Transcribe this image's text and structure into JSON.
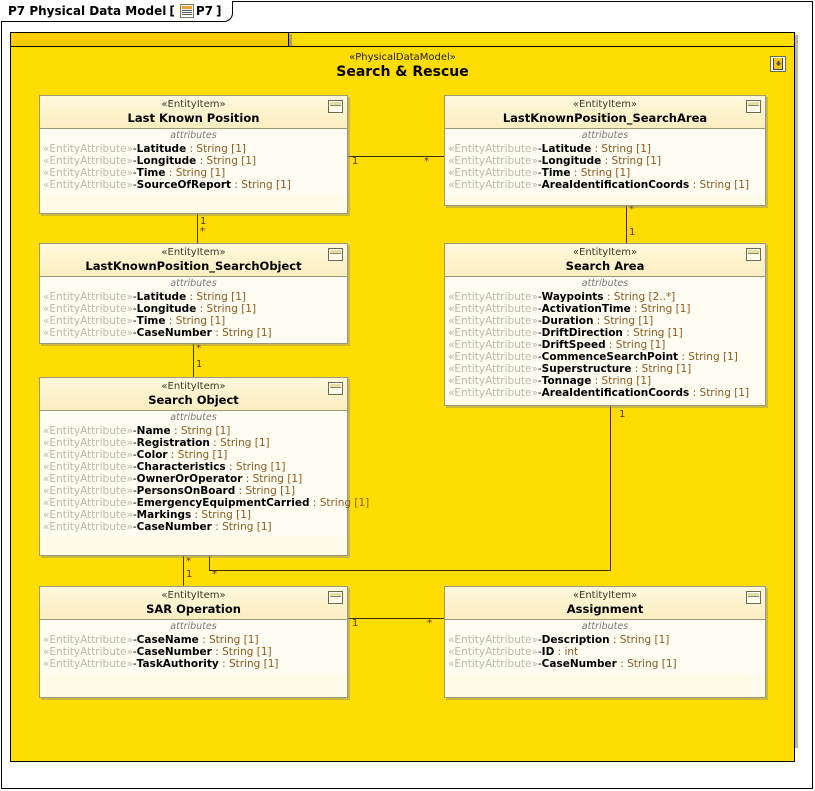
{
  "frame": {
    "title": "P7 Physical Data Model",
    "bracket_open": "[",
    "bracket_close": "]",
    "tab_label": "P7",
    "icon": "data-model-icon"
  },
  "package": {
    "stereotype": "«PhysicalDataModel»",
    "name": "Search & Rescue",
    "corner_icon": "anchor-icon",
    "fill_color": "#ffdd00",
    "border_color": "#000000"
  },
  "legend": {
    "attributes_label": "attributes",
    "entity_stereotype": "«EntityItem»",
    "attribute_stereotype": "«EntityAttribute»",
    "entity_fill": "#fffbe8",
    "attr_text_color": "#8a5a20"
  },
  "entities": [
    {
      "id": "last-known-position",
      "stereotype": "«EntityItem»",
      "name": "Last Known Position",
      "attributes": [
        {
          "stereo": "«EntityAttribute»",
          "vis": "-",
          "name": "Latitude",
          "type": "String",
          "mult": "[1]"
        },
        {
          "stereo": "«EntityAttribute»",
          "vis": "-",
          "name": "Longitude",
          "type": "String",
          "mult": "[1]"
        },
        {
          "stereo": "«EntityAttribute»",
          "vis": "-",
          "name": "Time",
          "type": "String",
          "mult": "[1]"
        },
        {
          "stereo": "«EntityAttribute»",
          "vis": "-",
          "name": "SourceOfReport",
          "type": "String",
          "mult": "[1]"
        }
      ]
    },
    {
      "id": "lastknownposition-searcharea",
      "stereotype": "«EntityItem»",
      "name": "LastKnownPosition_SearchArea",
      "attributes": [
        {
          "stereo": "«EntityAttribute»",
          "vis": "-",
          "name": "Latitude",
          "type": "String",
          "mult": "[1]"
        },
        {
          "stereo": "«EntityAttribute»",
          "vis": "-",
          "name": "Longitude",
          "type": "String",
          "mult": "[1]"
        },
        {
          "stereo": "«EntityAttribute»",
          "vis": "-",
          "name": "Time",
          "type": "String",
          "mult": "[1]"
        },
        {
          "stereo": "«EntityAttribute»",
          "vis": "-",
          "name": "AreaIdentificationCoords",
          "type": "String",
          "mult": "[1]"
        }
      ]
    },
    {
      "id": "lastknownposition-searchobject",
      "stereotype": "«EntityItem»",
      "name": "LastKnownPosition_SearchObject",
      "attributes": [
        {
          "stereo": "«EntityAttribute»",
          "vis": "-",
          "name": "Latitude",
          "type": "String",
          "mult": "[1]"
        },
        {
          "stereo": "«EntityAttribute»",
          "vis": "-",
          "name": "Longitude",
          "type": "String",
          "mult": "[1]"
        },
        {
          "stereo": "«EntityAttribute»",
          "vis": "-",
          "name": "Time",
          "type": "String",
          "mult": "[1]"
        },
        {
          "stereo": "«EntityAttribute»",
          "vis": "-",
          "name": "CaseNumber",
          "type": "String",
          "mult": "[1]"
        }
      ]
    },
    {
      "id": "search-area",
      "stereotype": "«EntityItem»",
      "name": "Search Area",
      "attributes": [
        {
          "stereo": "«EntityAttribute»",
          "vis": "-",
          "name": "Waypoints",
          "type": "String",
          "mult": "[2..*]"
        },
        {
          "stereo": "«EntityAttribute»",
          "vis": "-",
          "name": "ActivationTime",
          "type": "String",
          "mult": "[1]"
        },
        {
          "stereo": "«EntityAttribute»",
          "vis": "-",
          "name": "Duration",
          "type": "String",
          "mult": "[1]"
        },
        {
          "stereo": "«EntityAttribute»",
          "vis": "-",
          "name": "DriftDirection",
          "type": "String",
          "mult": "[1]"
        },
        {
          "stereo": "«EntityAttribute»",
          "vis": "-",
          "name": "DriftSpeed",
          "type": "String",
          "mult": "[1]"
        },
        {
          "stereo": "«EntityAttribute»",
          "vis": "-",
          "name": "CommenceSearchPoint",
          "type": "String",
          "mult": "[1]"
        },
        {
          "stereo": "«EntityAttribute»",
          "vis": "-",
          "name": "Superstructure",
          "type": "String",
          "mult": "[1]"
        },
        {
          "stereo": "«EntityAttribute»",
          "vis": "-",
          "name": "Tonnage",
          "type": "String",
          "mult": "[1]"
        },
        {
          "stereo": "«EntityAttribute»",
          "vis": "-",
          "name": "AreaIdentificationCoords",
          "type": "String",
          "mult": "[1]"
        }
      ]
    },
    {
      "id": "search-object",
      "stereotype": "«EntityItem»",
      "name": "Search Object",
      "attributes": [
        {
          "stereo": "«EntityAttribute»",
          "vis": "-",
          "name": "Name",
          "type": "String",
          "mult": "[1]"
        },
        {
          "stereo": "«EntityAttribute»",
          "vis": "-",
          "name": "Registration",
          "type": "String",
          "mult": "[1]"
        },
        {
          "stereo": "«EntityAttribute»",
          "vis": "-",
          "name": "Color",
          "type": "String",
          "mult": "[1]"
        },
        {
          "stereo": "«EntityAttribute»",
          "vis": "-",
          "name": "Characteristics",
          "type": "String",
          "mult": "[1]"
        },
        {
          "stereo": "«EntityAttribute»",
          "vis": "-",
          "name": "OwnerOrOperator",
          "type": "String",
          "mult": "[1]"
        },
        {
          "stereo": "«EntityAttribute»",
          "vis": "-",
          "name": "PersonsOnBoard",
          "type": "String",
          "mult": "[1]"
        },
        {
          "stereo": "«EntityAttribute»",
          "vis": "-",
          "name": "EmergencyEquipmentCarried",
          "type": "String",
          "mult": "[1]"
        },
        {
          "stereo": "«EntityAttribute»",
          "vis": "-",
          "name": "Markings",
          "type": "String",
          "mult": "[1]"
        },
        {
          "stereo": "«EntityAttribute»",
          "vis": "-",
          "name": "CaseNumber",
          "type": "String",
          "mult": "[1]"
        }
      ]
    },
    {
      "id": "sar-operation",
      "stereotype": "«EntityItem»",
      "name": "SAR Operation",
      "attributes": [
        {
          "stereo": "«EntityAttribute»",
          "vis": "-",
          "name": "CaseName",
          "type": "String",
          "mult": "[1]"
        },
        {
          "stereo": "«EntityAttribute»",
          "vis": "-",
          "name": "CaseNumber",
          "type": "String",
          "mult": "[1]"
        },
        {
          "stereo": "«EntityAttribute»",
          "vis": "-",
          "name": "TaskAuthority",
          "type": "String",
          "mult": "[1]"
        }
      ]
    },
    {
      "id": "assignment",
      "stereotype": "«EntityItem»",
      "name": "Assignment",
      "attributes": [
        {
          "stereo": "«EntityAttribute»",
          "vis": "-",
          "name": "Description",
          "type": "String",
          "mult": "[1]"
        },
        {
          "stereo": "«EntityAttribute»",
          "vis": "-",
          "name": "ID",
          "type": "int",
          "mult": ""
        },
        {
          "stereo": "«EntityAttribute»",
          "vis": "-",
          "name": "CaseNumber",
          "type": "String",
          "mult": "[1]"
        }
      ]
    }
  ],
  "multiplicities": [
    {
      "id": "m1",
      "label": "1"
    },
    {
      "id": "m2",
      "label": "*"
    },
    {
      "id": "m3",
      "label": "1"
    },
    {
      "id": "m4",
      "label": "*"
    },
    {
      "id": "m5",
      "label": "*"
    },
    {
      "id": "m6",
      "label": "1"
    },
    {
      "id": "m7",
      "label": "*"
    },
    {
      "id": "m8",
      "label": "1"
    },
    {
      "id": "m9",
      "label": "*"
    },
    {
      "id": "m10",
      "label": "1"
    },
    {
      "id": "m11",
      "label": "*"
    },
    {
      "id": "m12",
      "label": "1"
    },
    {
      "id": "m13",
      "label": "1"
    },
    {
      "id": "m14",
      "label": "*"
    }
  ]
}
